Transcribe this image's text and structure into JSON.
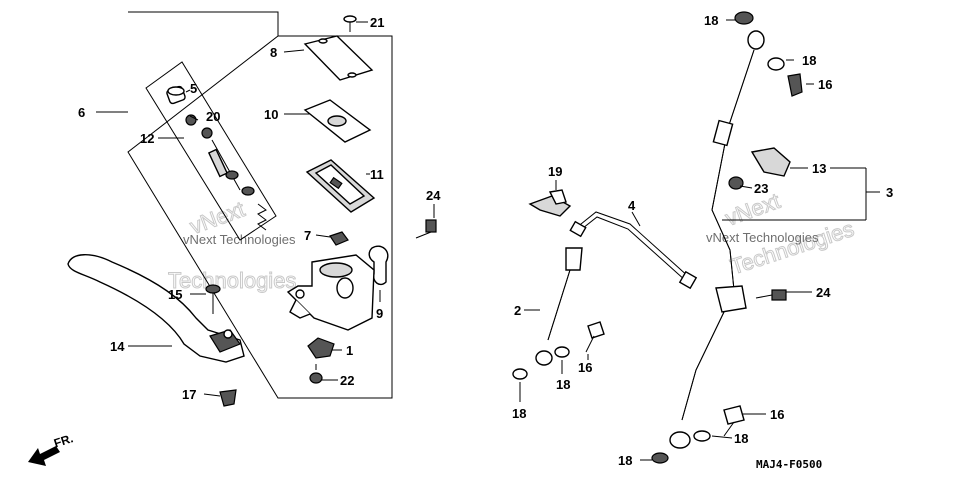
{
  "diagram": {
    "callouts": {
      "c1": "1",
      "c2": "2",
      "c3": "3",
      "c4": "4",
      "c5": "5",
      "c6": "6",
      "c7": "7",
      "c8": "8",
      "c9": "9",
      "c10": "10",
      "c11": "11",
      "c12": "12",
      "c13": "13",
      "c14": "14",
      "c15": "15",
      "c16a": "16",
      "c16b": "16",
      "c16c": "16",
      "c17": "17",
      "c18a": "18",
      "c18b": "18",
      "c18c": "18",
      "c18d": "18",
      "c18e": "18",
      "c19": "19",
      "c20": "20",
      "c21": "21",
      "c22": "22",
      "c23": "23",
      "c24a": "24",
      "c24b": "24"
    },
    "direction_label": "FR.",
    "figure_code": "MAJ4-F0500",
    "watermark": {
      "line1": "vNext Technologies",
      "line2": "Technologies",
      "line3": "vNext"
    }
  }
}
